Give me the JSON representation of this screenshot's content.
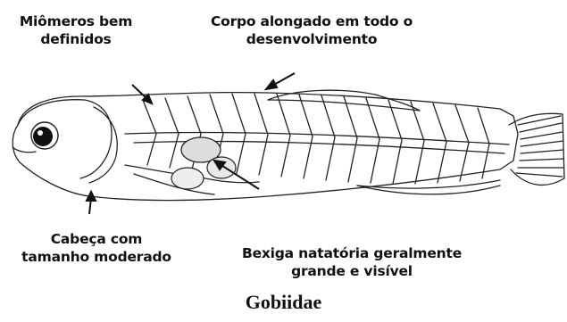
{
  "labels": {
    "miomeros": [
      "Miômeros bem",
      "definidos"
    ],
    "corpo": [
      "Corpo alongado em todo o",
      "desenvolvimento"
    ],
    "cabeca": [
      "Cabeça com",
      "tamanho moderado"
    ],
    "bexiga": [
      "Bexiga natatória geralmente",
      "grande e visível"
    ]
  },
  "caption": "Gobiidae",
  "colors": {
    "ink": "#111111",
    "background": "#ffffff"
  }
}
